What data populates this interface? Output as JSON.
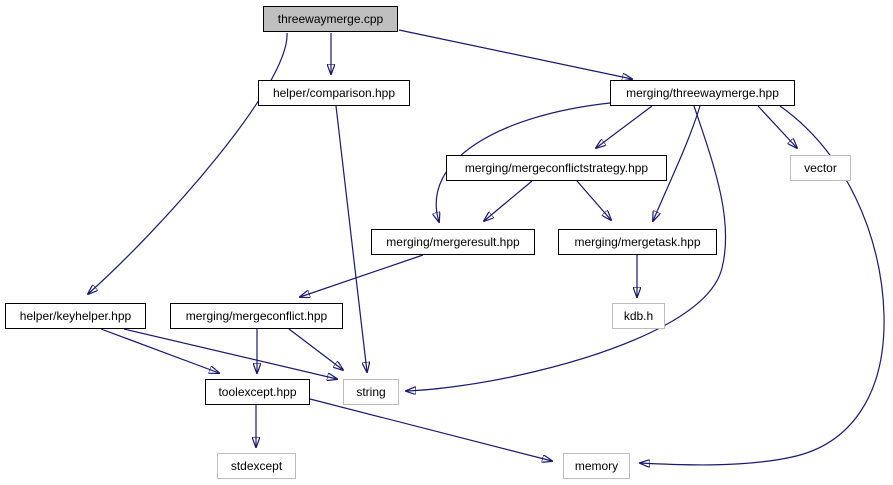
{
  "diagram": {
    "kind": "include-dependency-graph",
    "colors": {
      "edge": "#191970",
      "current_node_fill": "#bfbfbf",
      "internal_node_border": "#000000",
      "system_node_border": "#bdbdbd",
      "background": "#ffffff"
    },
    "nodes": [
      {
        "id": "threewaymerge-cpp",
        "label": "threewaymerge.cpp",
        "kind": "current"
      },
      {
        "id": "helper-comparison-hpp",
        "label": "helper/comparison.hpp",
        "kind": "internal"
      },
      {
        "id": "merging-threewaymerge-hpp",
        "label": "merging/threewaymerge.hpp",
        "kind": "internal"
      },
      {
        "id": "merging-mergeconflictstrategy-hpp",
        "label": "merging/mergeconflictstrategy.hpp",
        "kind": "internal"
      },
      {
        "id": "vector",
        "label": "vector",
        "kind": "system"
      },
      {
        "id": "merging-mergeresult-hpp",
        "label": "merging/mergeresult.hpp",
        "kind": "internal"
      },
      {
        "id": "merging-mergetask-hpp",
        "label": "merging/mergetask.hpp",
        "kind": "internal"
      },
      {
        "id": "kdb-h",
        "label": "kdb.h",
        "kind": "system"
      },
      {
        "id": "helper-keyhelper-hpp",
        "label": "helper/keyhelper.hpp",
        "kind": "internal"
      },
      {
        "id": "merging-mergeconflict-hpp",
        "label": "merging/mergeconflict.hpp",
        "kind": "internal"
      },
      {
        "id": "toolexcept-hpp",
        "label": "toolexcept.hpp",
        "kind": "internal"
      },
      {
        "id": "string",
        "label": "string",
        "kind": "system"
      },
      {
        "id": "stdexcept",
        "label": "stdexcept",
        "kind": "system"
      },
      {
        "id": "memory",
        "label": "memory",
        "kind": "system"
      }
    ],
    "edges": [
      {
        "from": "threewaymerge-cpp",
        "to": "helper-comparison-hpp"
      },
      {
        "from": "threewaymerge-cpp",
        "to": "merging-threewaymerge-hpp"
      },
      {
        "from": "threewaymerge-cpp",
        "to": "helper-keyhelper-hpp"
      },
      {
        "from": "helper-comparison-hpp",
        "to": "string"
      },
      {
        "from": "merging-threewaymerge-hpp",
        "to": "merging-mergeconflictstrategy-hpp"
      },
      {
        "from": "merging-threewaymerge-hpp",
        "to": "merging-mergeresult-hpp"
      },
      {
        "from": "merging-threewaymerge-hpp",
        "to": "merging-mergetask-hpp"
      },
      {
        "from": "merging-threewaymerge-hpp",
        "to": "vector"
      },
      {
        "from": "merging-threewaymerge-hpp",
        "to": "string"
      },
      {
        "from": "merging-threewaymerge-hpp",
        "to": "memory"
      },
      {
        "from": "merging-mergeconflictstrategy-hpp",
        "to": "merging-mergeresult-hpp"
      },
      {
        "from": "merging-mergeconflictstrategy-hpp",
        "to": "merging-mergetask-hpp"
      },
      {
        "from": "merging-mergetask-hpp",
        "to": "kdb-h"
      },
      {
        "from": "merging-mergeresult-hpp",
        "to": "merging-mergeconflict-hpp"
      },
      {
        "from": "merging-mergeconflict-hpp",
        "to": "toolexcept-hpp"
      },
      {
        "from": "merging-mergeconflict-hpp",
        "to": "string"
      },
      {
        "from": "helper-keyhelper-hpp",
        "to": "toolexcept-hpp"
      },
      {
        "from": "helper-keyhelper-hpp",
        "to": "string"
      },
      {
        "from": "toolexcept-hpp",
        "to": "stdexcept"
      },
      {
        "from": "toolexcept-hpp",
        "to": "memory"
      }
    ]
  }
}
